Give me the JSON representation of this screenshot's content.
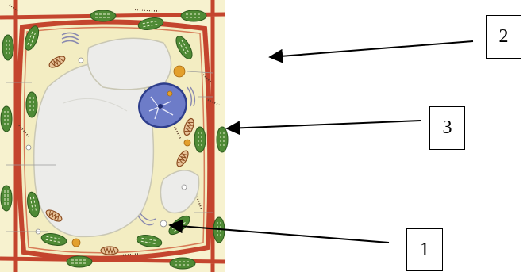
{
  "labels": {
    "label_2": "2",
    "label_3": "3",
    "label_1": "1"
  },
  "colors": {
    "cell_wall": "#c4452e",
    "cytoplasm": "#f3edc2",
    "vacuole": "#eeeee8",
    "chloroplast": "#4f8a35",
    "nucleus": "#6d7cc8",
    "mitochondria": "#c07a39",
    "granule": "#e3a02c",
    "arrow": "#000000"
  },
  "icons": {
    "cell": "plant-cell-illustration",
    "pointers": "arrow-line"
  }
}
